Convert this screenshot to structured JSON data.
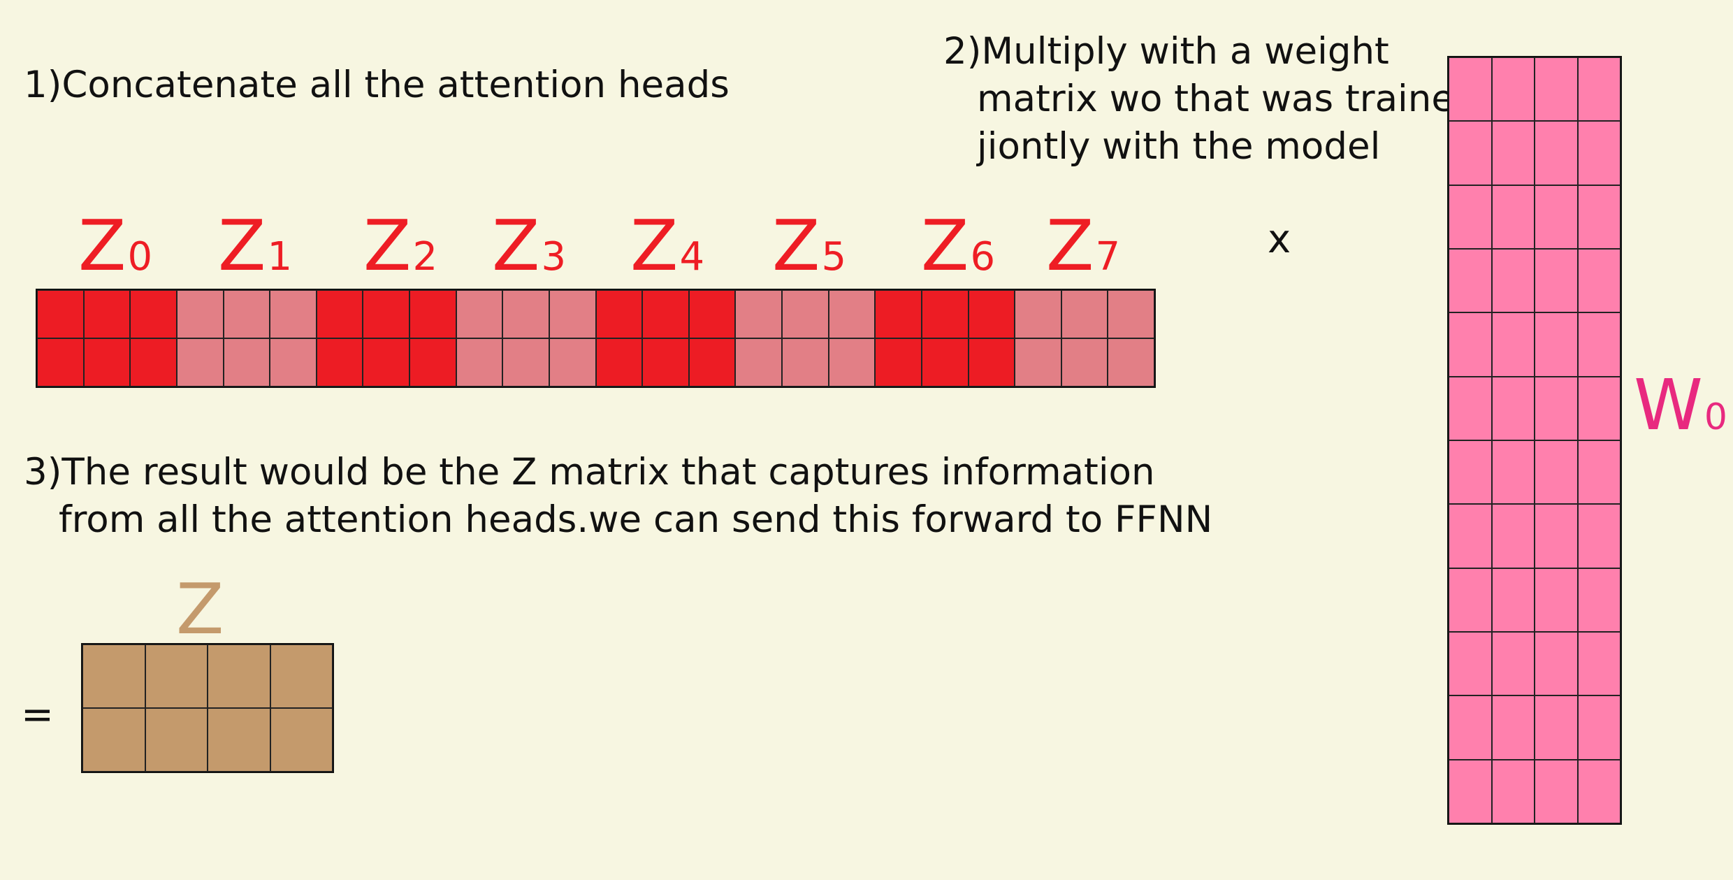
{
  "step1": {
    "text": "1)Concatenate all the attention heads"
  },
  "step2": {
    "lines": [
      "2)Multiply with a weight",
      "matrix wo that was trained",
      "jiontly with the model"
    ]
  },
  "step3": {
    "lines": [
      "3)The result would be the Z matrix that captures information",
      "from all the attention heads.we can send this forward to FFNN"
    ]
  },
  "heads": [
    {
      "letter": "Z",
      "sub": "0"
    },
    {
      "letter": "Z",
      "sub": "1"
    },
    {
      "letter": "Z",
      "sub": "2"
    },
    {
      "letter": "Z",
      "sub": "3"
    },
    {
      "letter": "Z",
      "sub": "4"
    },
    {
      "letter": "Z",
      "sub": "5"
    },
    {
      "letter": "Z",
      "sub": "6"
    },
    {
      "letter": "Z",
      "sub": "7"
    }
  ],
  "concat_matrix": {
    "rows": 2,
    "cols_per_head": 3,
    "colors": [
      "#ed1c24",
      "#e27f86"
    ]
  },
  "weight_matrix": {
    "letter": "W",
    "sub": "0",
    "rows": 12,
    "cols": 4,
    "color": "#ff80ad"
  },
  "result_matrix": {
    "letter": "Z",
    "rows": 2,
    "cols": 4,
    "color": "#c49a6c"
  },
  "symbols": {
    "times": "x",
    "equals": "="
  }
}
